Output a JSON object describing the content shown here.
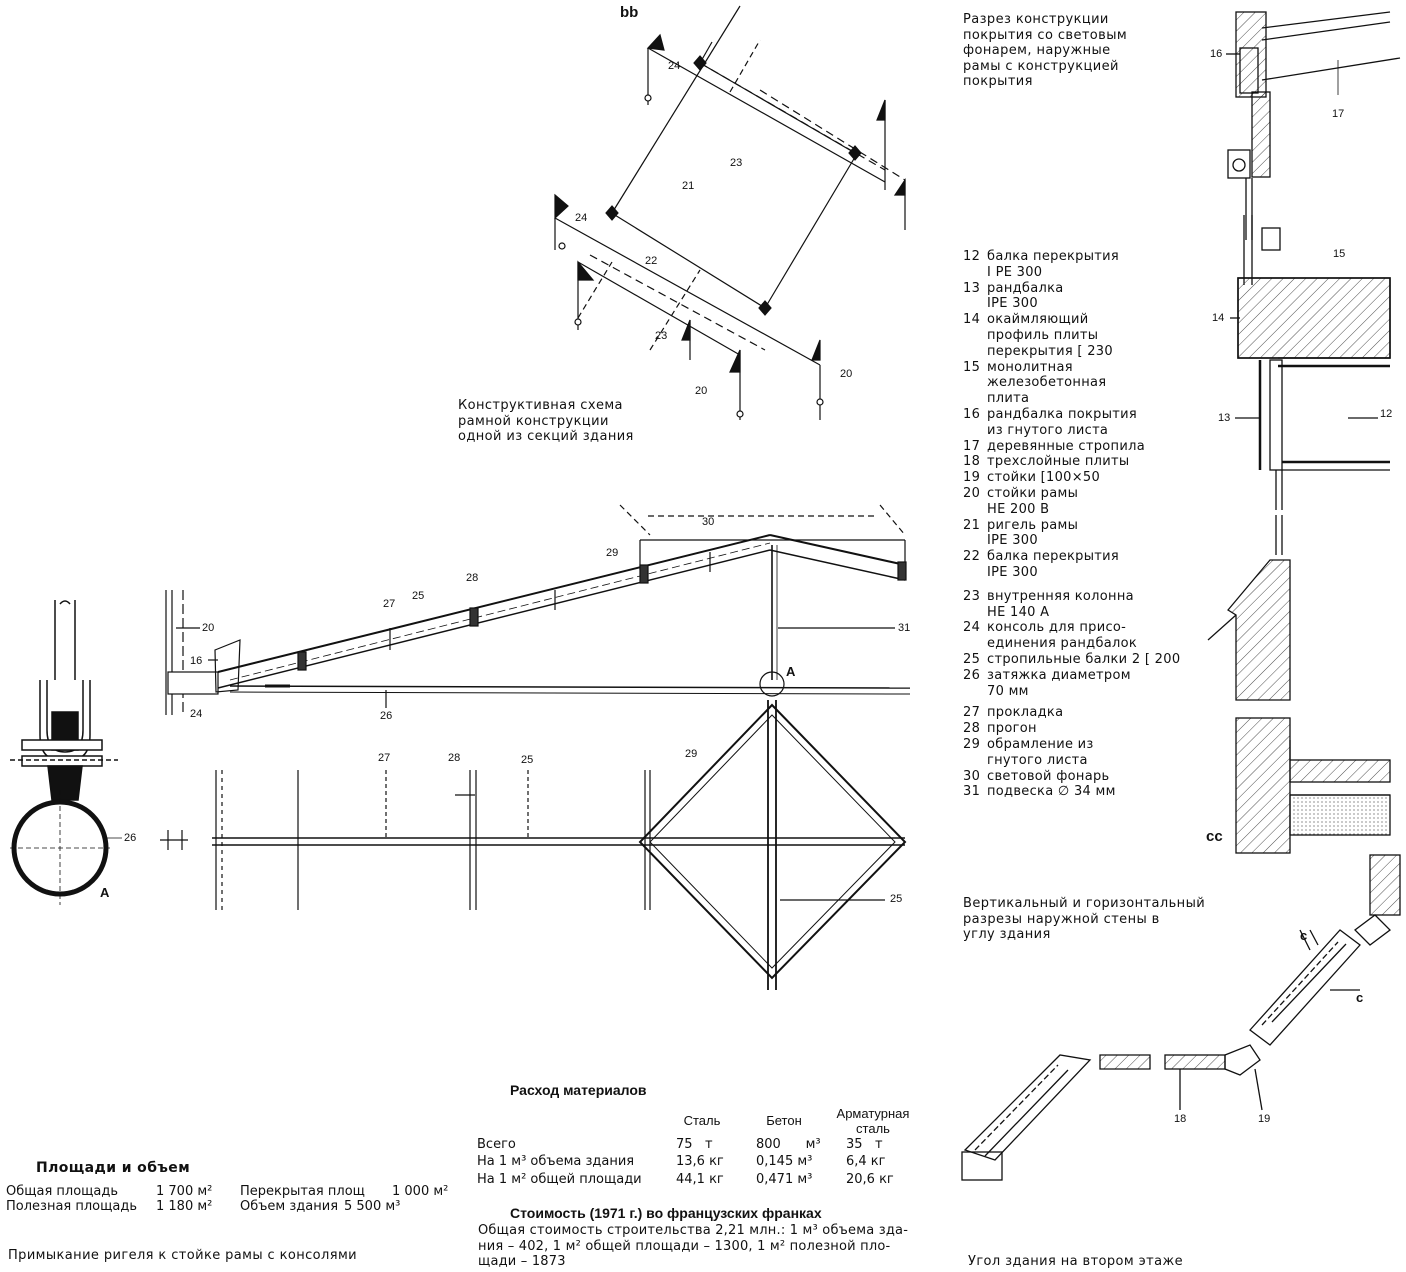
{
  "scheme": {
    "section_mark": "bb",
    "caption_lines": [
      "Конструктивная схема",
      "рамной конструкции",
      "одной из секций здания"
    ],
    "labels": [
      "24",
      "21",
      "23",
      "24",
      "22",
      "23",
      "20",
      "20"
    ]
  },
  "roof_section": {
    "labels": [
      "30",
      "29",
      "28",
      "27",
      "25",
      "20",
      "16",
      "24",
      "26",
      "31",
      "A"
    ]
  },
  "plan": {
    "labels": [
      "27",
      "28",
      "25",
      "29",
      "25"
    ]
  },
  "detail_a": {
    "labels": [
      "26",
      "A"
    ]
  },
  "section_cc": {
    "mark": "cc",
    "caption_lines": [
      "Разрез конструкции",
      "покрытия со световым",
      "фонарем, наружные",
      "рамы с конструкцией",
      "покрытия"
    ],
    "labels": [
      "16",
      "17",
      "15",
      "14",
      "13",
      "12"
    ]
  },
  "legend": [
    {
      "num": "12",
      "lines": [
        "балка перекрытия",
        "I PE 300"
      ]
    },
    {
      "num": "13",
      "lines": [
        "рандбалка",
        "IPE 300"
      ]
    },
    {
      "num": "14",
      "lines": [
        "окаймляющий",
        "профиль плиты",
        "перекрытия [ 230"
      ]
    },
    {
      "num": "15",
      "lines": [
        "монолитная",
        "железобетонная",
        "плита"
      ]
    },
    {
      "num": "16",
      "lines": [
        "рандбалка покрытия",
        "из гнутого листа"
      ]
    },
    {
      "num": "17",
      "lines": [
        "деревянные стропила"
      ]
    },
    {
      "num": "18",
      "lines": [
        "трехслойные плиты"
      ]
    },
    {
      "num": "19",
      "lines": [
        "стойки [100×50"
      ]
    },
    {
      "num": "20",
      "lines": [
        "стойки рамы",
        "HE 200 B"
      ]
    },
    {
      "num": "21",
      "lines": [
        "ригель рамы",
        "IPE 300"
      ]
    },
    {
      "num": "22",
      "lines": [
        "балка перекрытия",
        "IPE 300"
      ]
    },
    {
      "num": "23",
      "lines": [
        "внутренняя колонна",
        "HE 140 A"
      ]
    },
    {
      "num": "24",
      "lines": [
        "консоль для присо-",
        "единения рандбалок"
      ]
    },
    {
      "num": "25",
      "lines": [
        "стропильные балки 2 [ 200"
      ]
    },
    {
      "num": "26",
      "lines": [
        "затяжка диаметром",
        "70 мм"
      ]
    },
    {
      "num": "27",
      "lines": [
        "прокладка"
      ]
    },
    {
      "num": "28",
      "lines": [
        "прогон"
      ]
    },
    {
      "num": "29",
      "lines": [
        "обрамление из",
        "гнутого листа"
      ]
    },
    {
      "num": "30",
      "lines": [
        "световой фонарь"
      ]
    },
    {
      "num": "31",
      "lines": [
        "подвеска ∅ 34 мм"
      ]
    }
  ],
  "wall_section": {
    "caption_lines": [
      "Вертикальный и горизонтальный",
      "разрезы наружной стены в",
      "углу здания"
    ],
    "labels": [
      "c",
      "c",
      "18",
      "19"
    ],
    "bottom_caption": "Угол здания на втором этаже"
  },
  "materials": {
    "title": "Расход материалов",
    "columns": [
      "Сталь",
      "Бетон",
      "Арматурная сталь"
    ],
    "rows": [
      {
        "label": "Всего",
        "values": [
          "75   т",
          "800      м³",
          "35   т"
        ]
      },
      {
        "label": "На 1 м³ объема здания",
        "values": [
          "13,6 кг",
          "0,145 м³",
          "6,4 кг"
        ]
      },
      {
        "label": "На 1 м² общей площади",
        "values": [
          "44,1 кг",
          "0,471 м³",
          "20,6 кг"
        ]
      }
    ]
  },
  "cost": {
    "title": "Стоимость (1971 г.) во французских франках",
    "lines": [
      "Общая стоимость строительства 2,21 млн.: 1 м³ объема зда-",
      "ния – 402, 1 м² общей площади – 1300, 1 м² полезной пло-",
      "щади – 1873"
    ]
  },
  "areas": {
    "title": "Площади и объем",
    "items": [
      {
        "label": "Общая площадь",
        "value": "1 700 м²"
      },
      {
        "label": "Полезная площадь",
        "value": "1 180 м²"
      },
      {
        "label": "Перекрытая площ",
        "value": "1 000 м²"
      },
      {
        "label": "Объем здания",
        "value": "5 500 м³"
      }
    ]
  },
  "joint_caption": "Примыкание ригеля к стойке рамы с консолями"
}
